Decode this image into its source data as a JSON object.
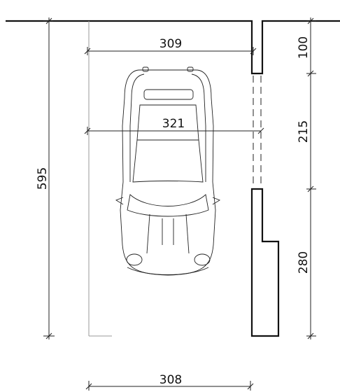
{
  "dimensions": {
    "top_width": "309",
    "middle_width": "321",
    "bottom_width": "308",
    "total_height": "595",
    "segment_top": "100",
    "segment_middle": "215",
    "segment_bottom": "280"
  }
}
